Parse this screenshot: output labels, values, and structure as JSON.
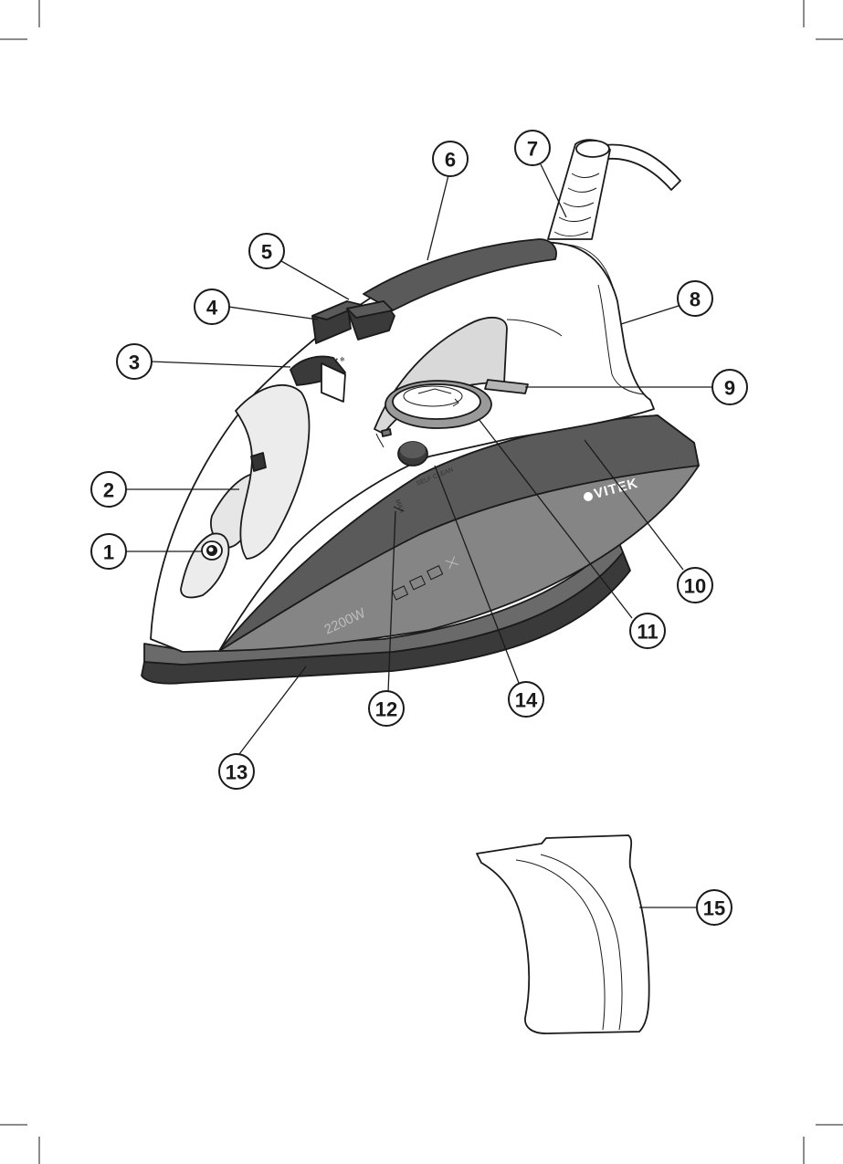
{
  "figure": {
    "brand": "VITEK",
    "power_rating": "2200W",
    "labels": {
      "max_mark": "MAX",
      "self_clean": "SELF CLEAN"
    }
  },
  "callouts": [
    {
      "id": "1",
      "label": "1"
    },
    {
      "id": "2",
      "label": "2"
    },
    {
      "id": "3",
      "label": "3"
    },
    {
      "id": "4",
      "label": "4"
    },
    {
      "id": "5",
      "label": "5"
    },
    {
      "id": "6",
      "label": "6"
    },
    {
      "id": "7",
      "label": "7"
    },
    {
      "id": "8",
      "label": "8"
    },
    {
      "id": "9",
      "label": "9"
    },
    {
      "id": "10",
      "label": "10"
    },
    {
      "id": "11",
      "label": "11"
    },
    {
      "id": "12",
      "label": "12"
    },
    {
      "id": "13",
      "label": "13"
    },
    {
      "id": "14",
      "label": "14"
    },
    {
      "id": "15",
      "label": "15"
    }
  ],
  "colors": {
    "body_dark": "#5a5a5a",
    "body_mid": "#858585",
    "sole_dark": "#3a3a3a",
    "shell_light": "#ffffff",
    "shell_shade": "#e6e6e6",
    "line": "#1a1a1a"
  }
}
